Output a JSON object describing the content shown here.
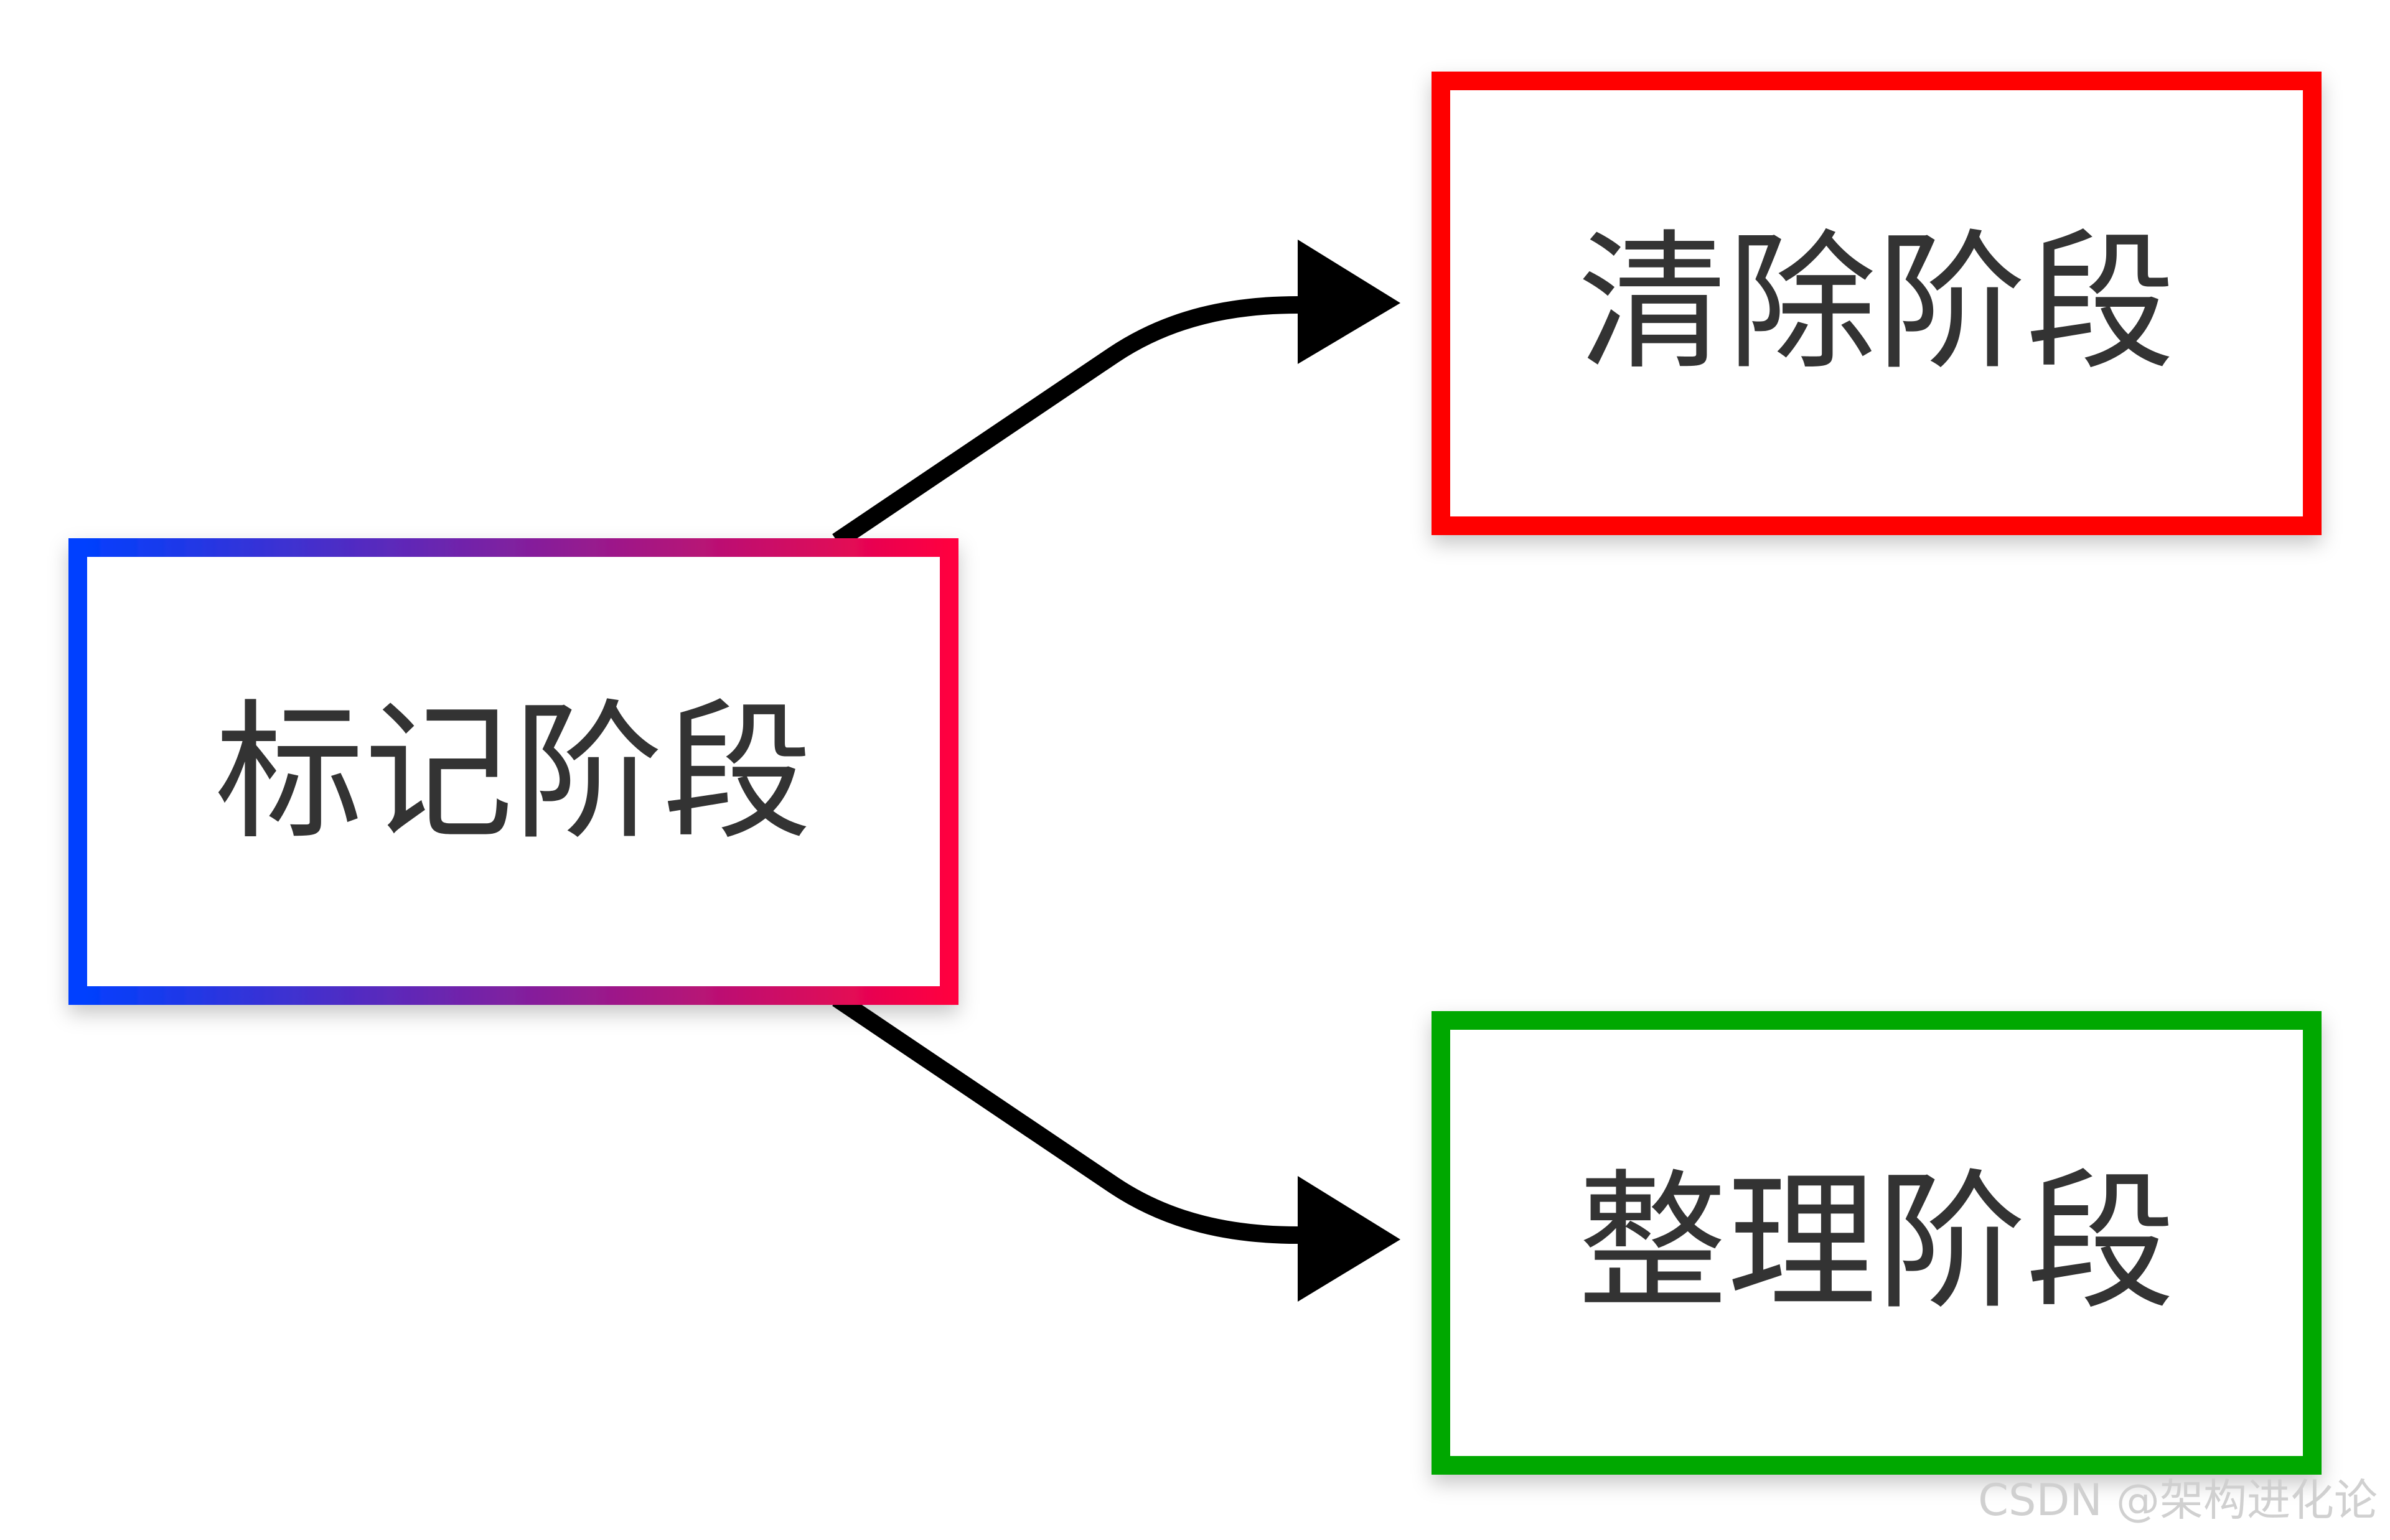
{
  "nodes": {
    "mark": {
      "label": "标记阶段",
      "border_gradient": [
        "#0040ff",
        "#ff0040"
      ]
    },
    "sweep": {
      "label": "清除阶段",
      "border_color": "#ff0000"
    },
    "compact": {
      "label": "整理阶段",
      "border_color": "#00a800"
    }
  },
  "edges": [
    {
      "from": "mark",
      "to": "sweep"
    },
    {
      "from": "mark",
      "to": "compact"
    }
  ],
  "edge_color": "#000000",
  "watermark": "CSDN @架构进化论"
}
